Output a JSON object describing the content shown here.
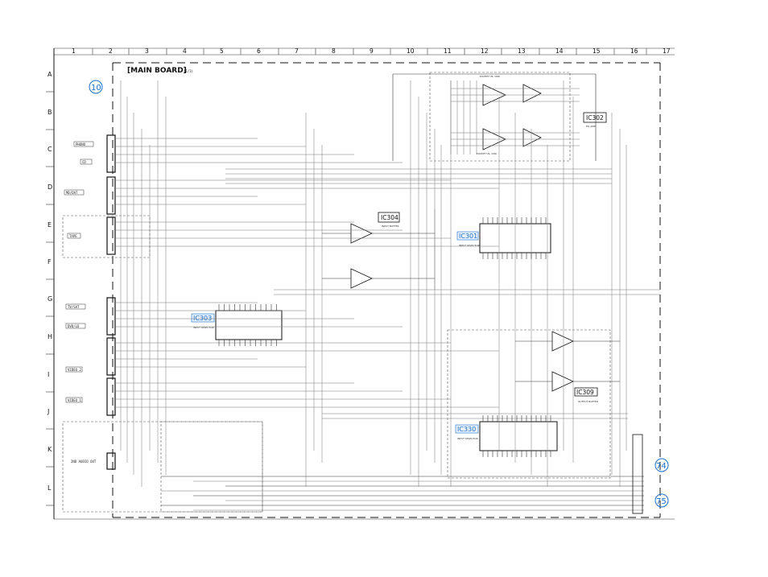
{
  "board": {
    "title": "[MAIN BOARD]",
    "page": "(1/3)"
  },
  "columns": [
    "1",
    "2",
    "3",
    "4",
    "5",
    "6",
    "7",
    "8",
    "9",
    "10",
    "11",
    "12",
    "13",
    "14",
    "15",
    "16",
    "17"
  ],
  "rows": [
    "A",
    "B",
    "C",
    "D",
    "E",
    "F",
    "G",
    "H",
    "I",
    "J",
    "K",
    "L"
  ],
  "ics": [
    {
      "tag": "IC302",
      "desc": "EQ AMP"
    },
    {
      "tag": "IC304",
      "desc": "INPUT BUFFER"
    },
    {
      "tag": "IC301",
      "desc": "INPUT SELECTOR"
    },
    {
      "tag": "IC303",
      "desc": "INPUT SELECTOR"
    },
    {
      "tag": "IC309",
      "desc": "OUTPUT BUFFER"
    },
    {
      "tag": "IC330",
      "desc": "INPUT SELECTOR"
    }
  ],
  "jacks": [
    "PHONO",
    "CD",
    "MD/DAT",
    "TAPE",
    "TV/SAT",
    "DVD/LD",
    "VIDEO 2",
    "VIDEO 1",
    "2ND AUDIO OUT"
  ],
  "callouts": [
    "10",
    "74",
    "75"
  ],
  "notes": {
    "except": "EXCEPT US, CND",
    "except2": "EXCEPT US, CND"
  }
}
